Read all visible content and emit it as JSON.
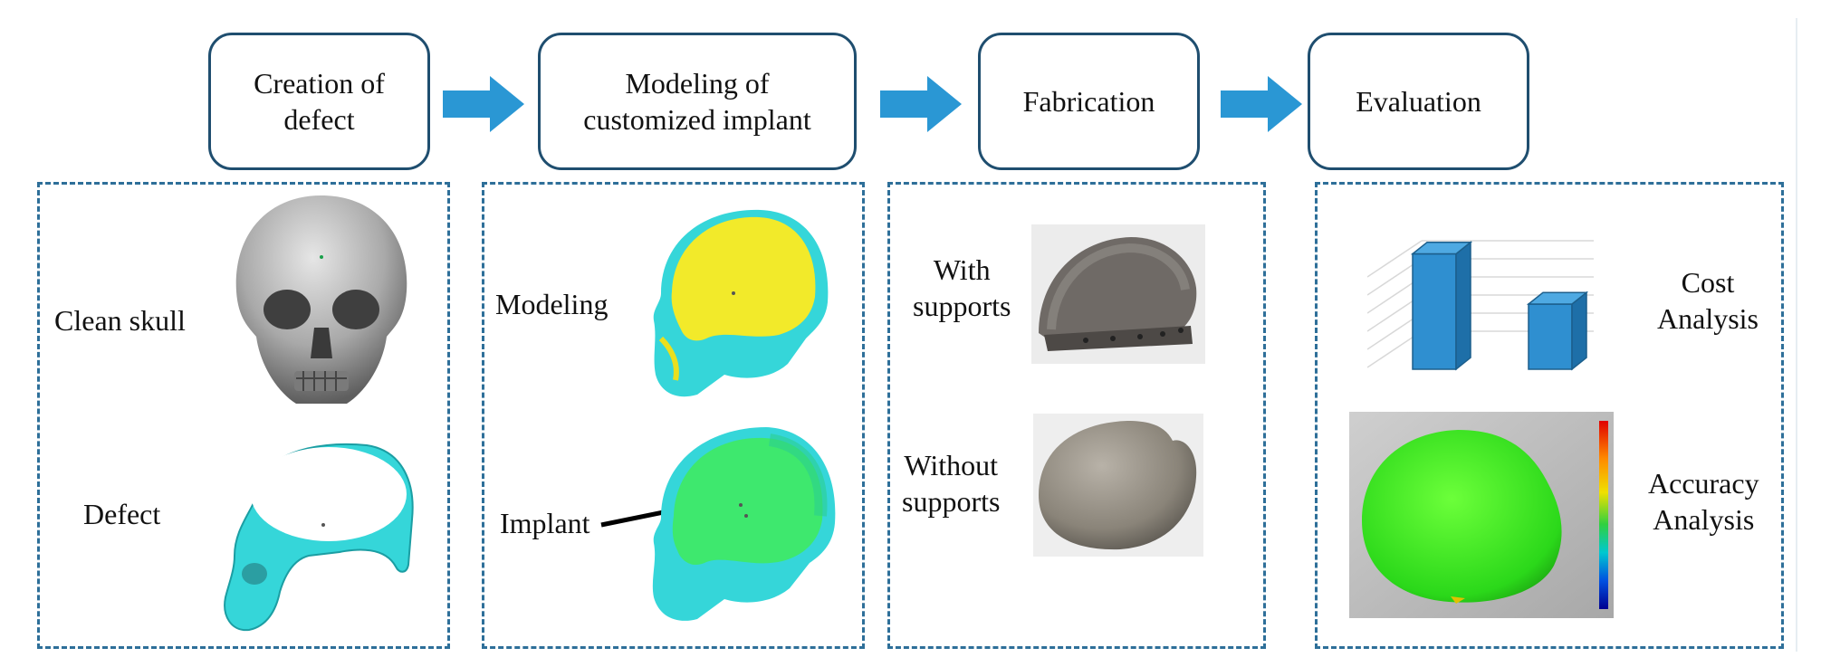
{
  "steps": [
    {
      "label_line1": "Creation of",
      "label_line2": "defect"
    },
    {
      "label_line1": "Modeling of",
      "label_line2": "customized implant"
    },
    {
      "label_line1": "Fabrication",
      "label_line2": ""
    },
    {
      "label_line1": "Evaluation",
      "label_line2": ""
    }
  ],
  "panel1": {
    "clean_skull_label": "Clean skull",
    "defect_label": "Defect"
  },
  "panel2": {
    "modeling_label": "Modeling",
    "implant_label": "Implant"
  },
  "panel3": {
    "with_supports_line1": "With",
    "with_supports_line2": "supports",
    "without_supports_line1": "Without",
    "without_supports_line2": "supports"
  },
  "panel4": {
    "cost_line1": "Cost",
    "cost_line2": "Analysis",
    "accuracy_line1": "Accuracy",
    "accuracy_line2": "Analysis",
    "cost_chart": {
      "values": [
        0.85,
        0.48
      ]
    }
  },
  "colors": {
    "box_border": "#1f4e6f",
    "arrow": "#2a97d4",
    "panel_border": "#2e6f99",
    "skull_cyan": "#35d6d9",
    "model_yellow": "#f2ea2a",
    "implant_green": "#3ee86e",
    "bar_blue": "#2f8fd0"
  }
}
